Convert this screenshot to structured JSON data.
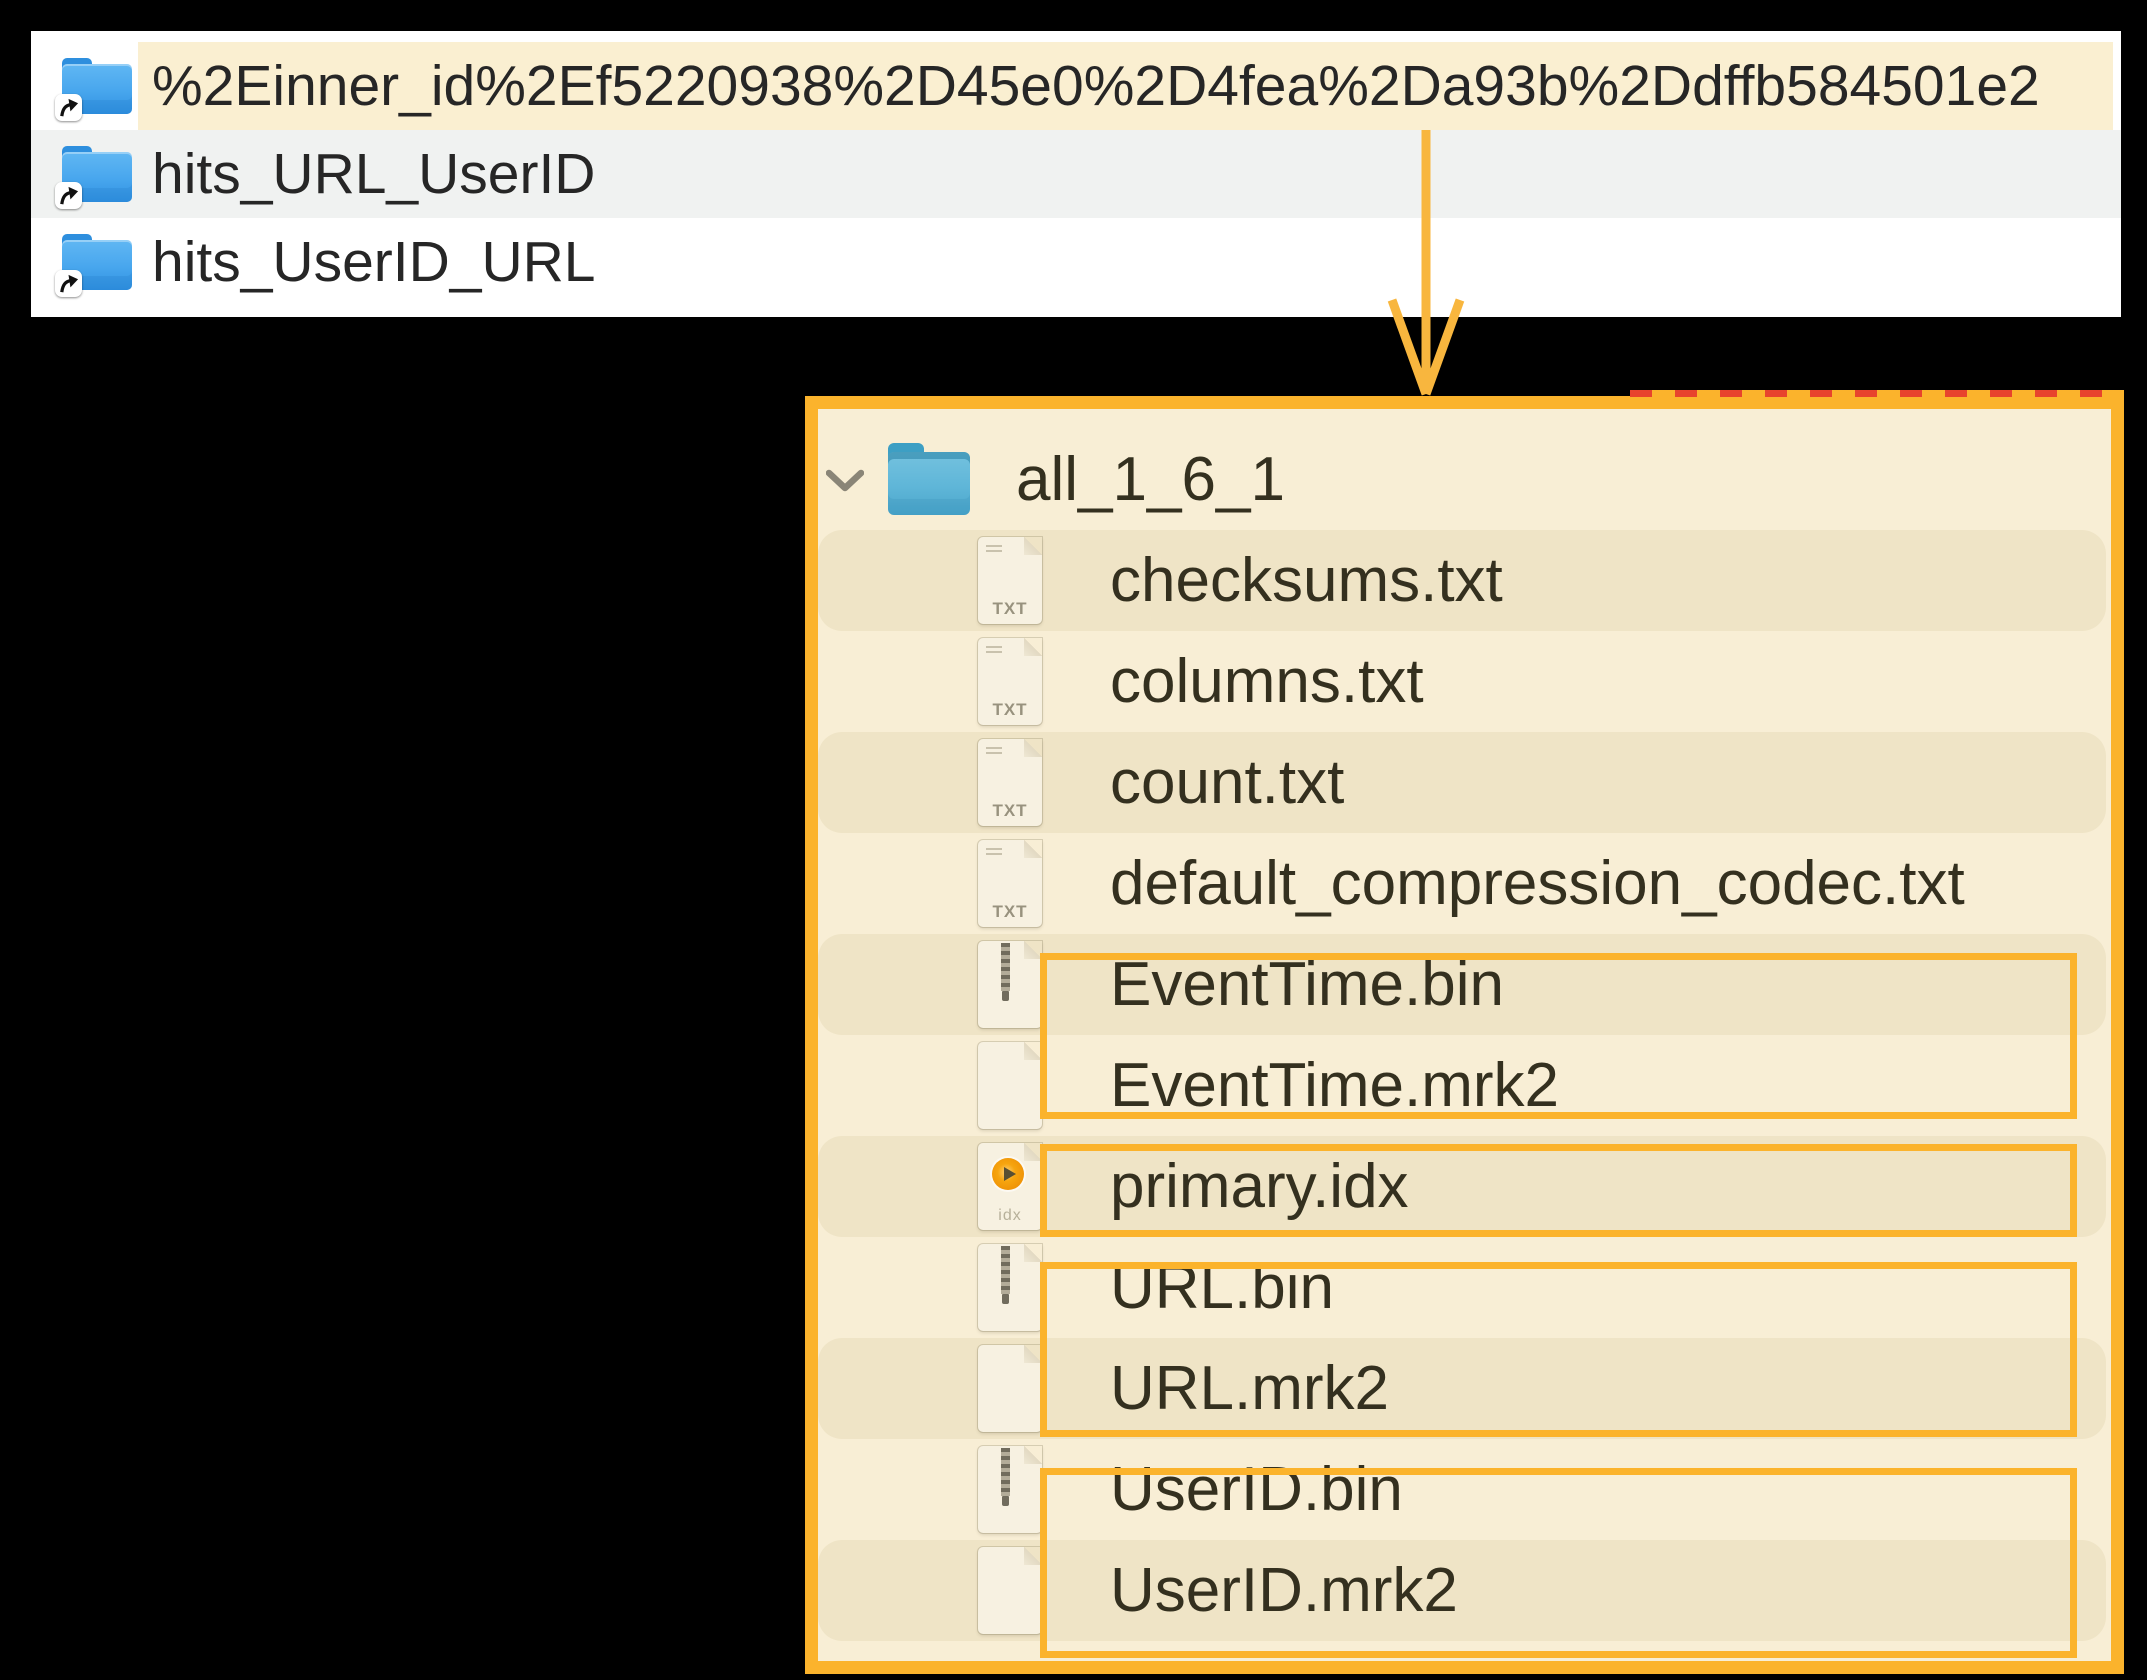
{
  "finder_list": {
    "rows": [
      {
        "name": "%2Einner_id%2Ef5220938%2D45e0%2D4fea%2Da93b%2Ddffb584501e2",
        "selected": true,
        "icon": "alias-folder"
      },
      {
        "name": "hits_URL_UserID",
        "selected": false,
        "icon": "alias-folder"
      },
      {
        "name": "hits_UserID_URL",
        "selected": false,
        "icon": "alias-folder"
      }
    ]
  },
  "tree_panel": {
    "root": {
      "name": "all_1_6_1",
      "expanded": true,
      "icon": "folder"
    },
    "files": [
      {
        "name": "checksums.txt",
        "icon": "txt-document"
      },
      {
        "name": "columns.txt",
        "icon": "txt-document"
      },
      {
        "name": "count.txt",
        "icon": "txt-document"
      },
      {
        "name": "default_compression_codec.txt",
        "icon": "txt-document"
      },
      {
        "name": "EventTime.bin",
        "icon": "binary-document"
      },
      {
        "name": "EventTime.mrk2",
        "icon": "blank-document"
      },
      {
        "name": "primary.idx",
        "icon": "index-document"
      },
      {
        "name": "URL.bin",
        "icon": "binary-document"
      },
      {
        "name": "URL.mrk2",
        "icon": "blank-document"
      },
      {
        "name": "UserID.bin",
        "icon": "binary-document"
      },
      {
        "name": "UserID.mrk2",
        "icon": "blank-document"
      }
    ],
    "annotation_groups": [
      [
        "EventTime.bin",
        "EventTime.mrk2"
      ],
      [
        "primary.idx"
      ],
      [
        "URL.bin",
        "URL.mrk2"
      ],
      [
        "UserID.bin",
        "UserID.mrk2"
      ]
    ]
  },
  "icons": {
    "txt_badge": "TXT",
    "idx_badge": "idx"
  },
  "colors": {
    "annotation_orange": "#fbb32c",
    "annotation_red": "#e8432d",
    "selection_cream": "#faefd1",
    "panel_background": "#f8eed5",
    "panel_row_band": "#efe4c6",
    "alt_row_gray": "#f0f2f1",
    "folder_blue": "#49a7ee",
    "folder_teal": "#5fb6d8"
  }
}
